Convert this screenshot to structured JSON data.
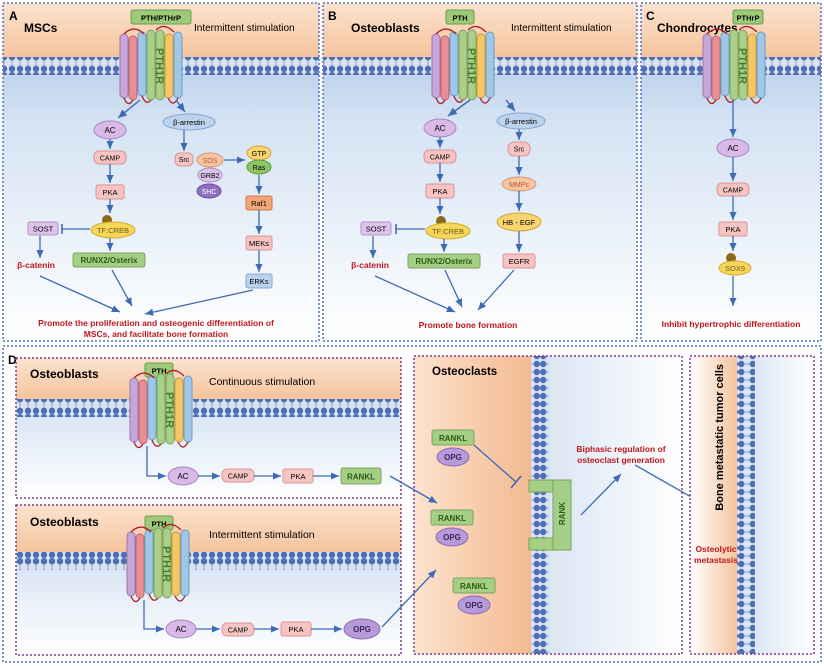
{
  "panels": {
    "A": {
      "letter": "A",
      "cell": "MSCs",
      "ligand": "PTH/PTHrP",
      "receptor": "PTH1R",
      "stimulation": "Intermittent stimulation",
      "nodes": {
        "ac": "AC",
        "camp": "CAMP",
        "pka": "PKA",
        "tf": "TF:CREB",
        "sost": "SOST",
        "bcat": "β-catenin",
        "runx": "RUNX2/Osterix",
        "barr": "β-arrestin",
        "src": "Src",
        "sos": "SOS",
        "grb2": "GRB2",
        "shc": "SHC",
        "gtp": "GTP",
        "ras": "Ras",
        "raf1": "Raf1",
        "meks": "MEKs",
        "erks": "ERKs"
      },
      "outcome_line1": "Promote the proliferation and osteogenic differentiation of",
      "outcome_line2": "MSCs, and facilitate bone formation"
    },
    "B": {
      "letter": "B",
      "cell": "Osteoblasts",
      "ligand": "PTH",
      "receptor": "PTH1R",
      "stimulation": "Intermittent stimulation",
      "nodes": {
        "ac": "AC",
        "camp": "CAMP",
        "pka": "PKA",
        "tf": "TF:CREB",
        "sost": "SOST",
        "bcat": "β-catenin",
        "runx": "RUNX2/Osterix",
        "barr": "β-arrestin",
        "src": "Src",
        "mmps": "MMPs",
        "hbegf": "HB - EGF",
        "egfr": "EGFR"
      },
      "outcome": "Promote bone formation"
    },
    "C": {
      "letter": "C",
      "cell": "Chondrocytes",
      "ligand": "PTHrP",
      "receptor": "PTH1R",
      "nodes": {
        "ac": "AC",
        "camp": "CAMP",
        "pka": "PKA",
        "sox9": "SOX9"
      },
      "outcome": "Inhibit hypertrophic differentiation"
    },
    "D": {
      "letter": "D",
      "top": {
        "cell": "Osteoblasts",
        "ligand": "PTH",
        "receptor": "PTH1R",
        "stimulation": "Continuous stimulation",
        "nodes": {
          "ac": "AC",
          "camp": "CAMP",
          "pka": "PKA",
          "out": "RANKL"
        }
      },
      "bottom": {
        "cell": "Osteoblasts",
        "ligand": "PTH",
        "receptor": "PTH1R",
        "stimulation": "Intermittent stimulation",
        "nodes": {
          "ac": "AC",
          "camp": "CAMP",
          "pka": "PKA",
          "out": "OPG"
        }
      },
      "osteoclasts": {
        "title": "Osteoclasts",
        "rankl": "RANKL",
        "opg": "OPG",
        "rank": "RANK",
        "regulation_line1": "Biphasic regulation of",
        "regulation_line2": "osteoclast generation"
      },
      "tumor": {
        "title": "Bone metastatic tumor cells",
        "label_line1": "Osteolytic",
        "label_line2": "metastasis"
      }
    }
  },
  "colors": {
    "membrane": "#5b79b8",
    "cytoplasm": "#c4d7ef",
    "outside": "#f6cfae",
    "arrow": "#3e6bb4",
    "outcome": "#c0161c",
    "frame": "#4f72c9",
    "frame_d": "#7c3a8c"
  }
}
